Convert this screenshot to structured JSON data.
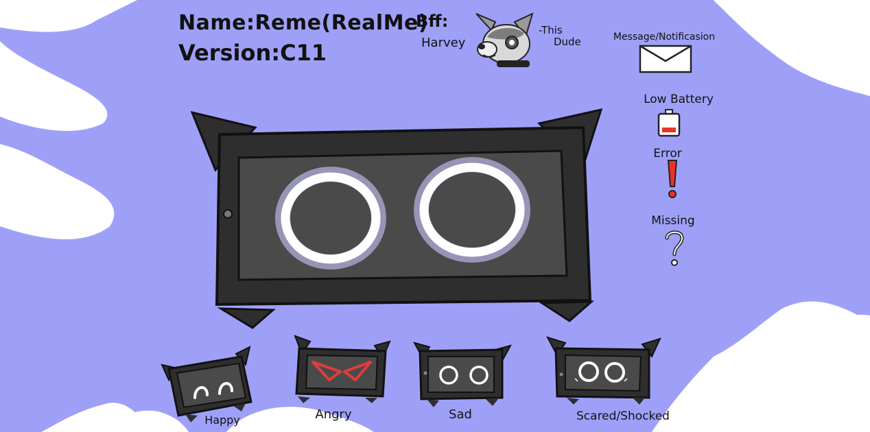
{
  "profile": {
    "name": "Name:Reme(RealMe)",
    "version": "Version:C11"
  },
  "bff": {
    "title": "Bff:",
    "name": "Harvey",
    "note_line1": "-This",
    "note_line2": "Dude"
  },
  "status_icons": [
    {
      "label": "Message/Notificasion",
      "icon": "envelope-icon"
    },
    {
      "label": "Low Battery",
      "icon": "low-battery-icon",
      "color": "#e8332a"
    },
    {
      "label": "Error",
      "icon": "exclamation-icon",
      "color": "#e8332a"
    },
    {
      "label": "Missing",
      "icon": "question-mark-icon"
    }
  ],
  "expressions": [
    {
      "label": "Happy",
      "eye_color": "#ffffff"
    },
    {
      "label": "Angry",
      "eye_color": "#e23b3b"
    },
    {
      "label": "Sad",
      "eye_color": "#ffffff"
    },
    {
      "label": "Scared/Shocked",
      "eye_color": "#ffffff"
    }
  ],
  "colors": {
    "background_purple": "#9ea0f8",
    "monitor_body": "#2e2e2e",
    "monitor_screen": "#4a4a4a",
    "eye_glow": "#ffffff"
  }
}
